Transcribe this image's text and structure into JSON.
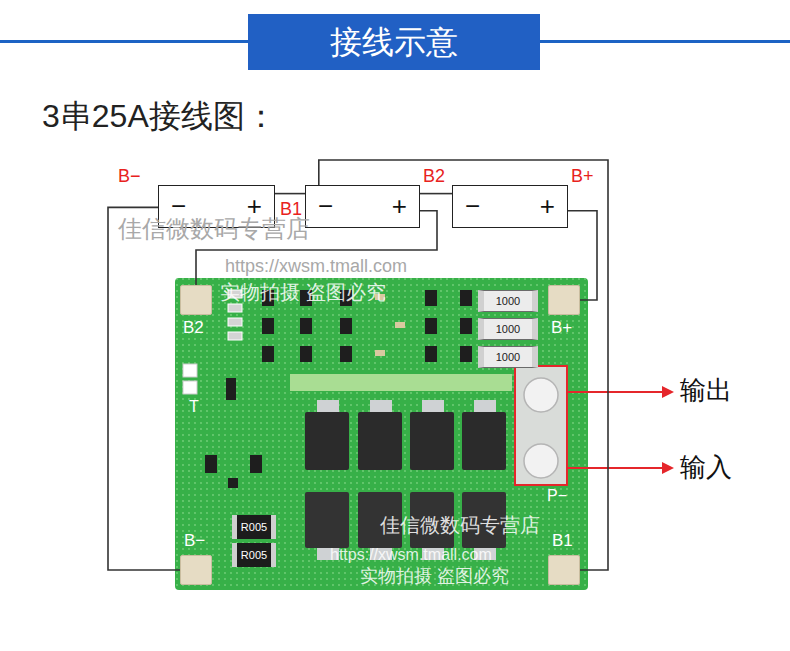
{
  "diagram": {
    "title": "接线示意",
    "nodes": [
      {
        "text": [
          "−",
          "+"
        ]
      },
      {
        "text": [
          "−",
          "+"
        ]
      },
      {
        "text": [
          "−",
          "+"
        ]
      },
      {
        "text": [
          "T",
          "P−"
        ]
      },
      {
        "text": [
          "B2"
        ],
        "in": 3
      },
      {
        "text": [
          "1000"
        ],
        "in": 3
      },
      {
        "text": [
          "1000"
        ],
        "in": 3
      },
      {
        "text": [
          "1000"
        ],
        "in": 3
      },
      {
        "text": [
          "B+"
        ],
        "in": 3
      },
      {
        "text": [
          "B−"
        ],
        "in": 3
      },
      {
        "text": [
          "R005"
        ],
        "in": 3
      },
      {
        "text": [
          "R005"
        ],
        "in": 3
      },
      {
        "text": [
          "B1"
        ],
        "in": 3
      }
    ],
    "edges": [
      {
        "from": 0,
        "to": 9,
        "label": "B−",
        "arrow": "none"
      },
      {
        "from": 1,
        "to": 12,
        "label": "B1",
        "arrow": "none"
      },
      {
        "from": 1,
        "to": 4,
        "label": "B2",
        "arrow": "none"
      },
      {
        "from": 2,
        "to": 8,
        "label": "B+",
        "arrow": "none"
      },
      {
        "from": 0,
        "to": 1,
        "arrow": "none"
      },
      {
        "from": 1,
        "to": 2,
        "arrow": "none"
      }
    ],
    "labels": [
      "3串25A接线图：",
      "佳信微数码专营店",
      "https://xwsm.tmall.com",
      "实物拍摄 盗图必究",
      "佳信微数码专营店",
      "https://xwsm.tmall.com",
      "实物拍摄 盗图必究",
      "输出",
      "输入"
    ]
  }
}
